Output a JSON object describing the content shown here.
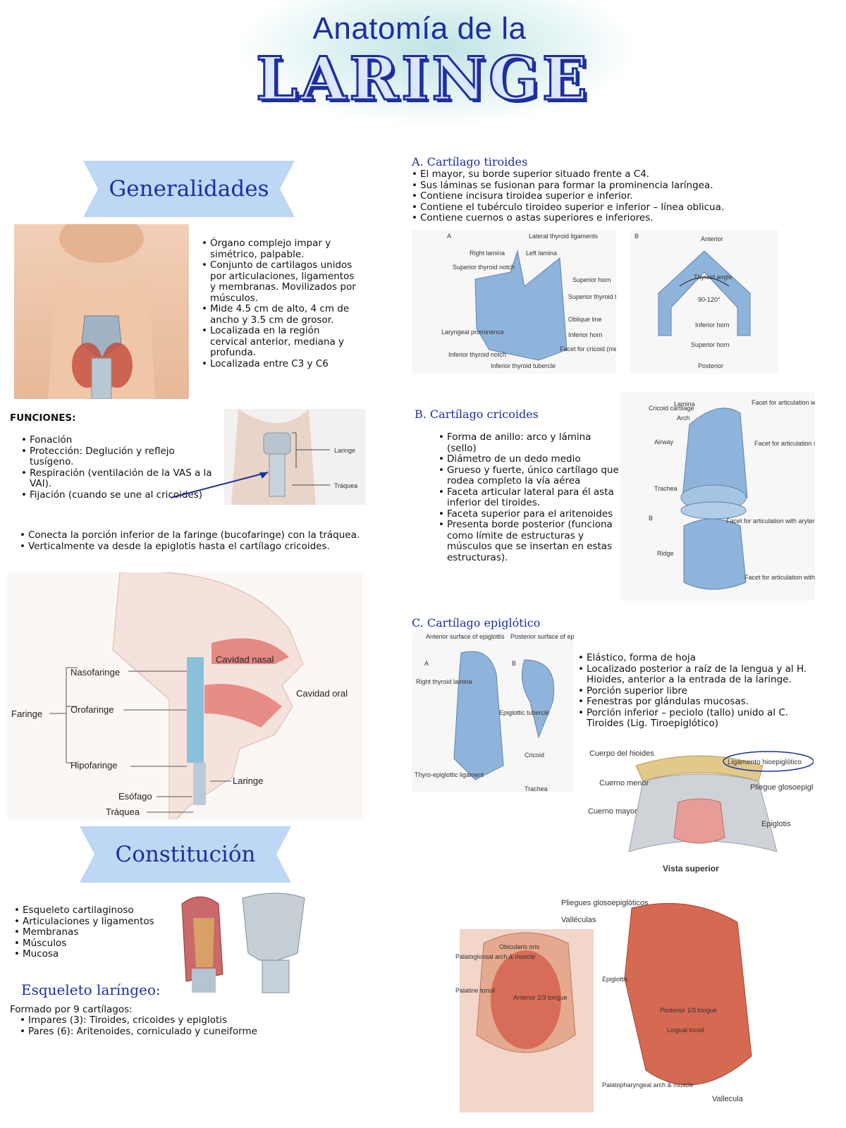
{
  "header": {
    "title_top": "Anatomía de la",
    "title_main": "LARINGE"
  },
  "colors": {
    "accent": "#1e2f9e",
    "ribbon": "#bdd7f5",
    "cartilage_blue": "#8fb4dc",
    "tissue_pink": "#e99a94"
  },
  "generalidades": {
    "heading": "Generalidades",
    "bullets": [
      "Órgano complejo impar y simétrico, palpable.",
      " Conjunto de cartilagos unidos por articulaciones, ligamentos y membranas. Movilizados por músculos.",
      "Mide 4.5 cm de alto, 4 cm de ancho y 3.5 cm de grosor.",
      "Localizada en la región cervical anterior, mediana y profunda.",
      "Localizada entre C3 y C6"
    ],
    "funciones_heading": "FUNCIONES:",
    "funciones": [
      "Fonación",
      "Protección: Deglución y reflejo tusígeno.",
      "Respiración (ventilación de la VAS a la VAI).",
      "Fijación (cuando se une al cricoides)"
    ],
    "neck_labels": {
      "laringe": "Laringe",
      "traquea": "Tráquea"
    },
    "conecta": [
      "Conecta la porción inferior de la faringe (bucofaringe) con la tráquea.",
      "Verticalmente va desde la epiglotis hasta el cartílago cricoides."
    ],
    "sagittal_labels": {
      "nasofaringe": "Nasofaringe",
      "orofaringe": "Orofaringe",
      "hipofaringe": "Hipofaringe",
      "faringe": "Faringe",
      "cavidad_nasal": "Cavidad nasal",
      "cavidad_oral": "Cavidad oral",
      "laringe": "Laringe",
      "esofago": "Esófago",
      "traquea": "Tráquea"
    }
  },
  "constitucion": {
    "heading": "Constitución",
    "bullets": [
      "Esqueleto cartilaginoso",
      "Articulaciones y ligamentos",
      "Membranas",
      "Músculos",
      "Mucosa"
    ],
    "esqueleto_heading": "Esqueleto laríngeo:",
    "formado": "Formado por 9 cartílagos:",
    "tipos": [
      "Impares (3): Tiroides, cricoides y epiglotis",
      "Pares (6): Aritenoides, corniculado y cuneiforme"
    ]
  },
  "tiroides": {
    "heading": "A. Cartílago tiroides",
    "bullets": [
      "El mayor, su borde superior situado frente a C4.",
      "Sus láminas se fusionan para formar la prominencia laríngea.",
      "Contiene incisura tiroidea superior e inferior.",
      "Contiene el tubérculo tiroideo superior e inferior – línea oblicua.",
      "Contiene cuernos o astas superiores e inferiores."
    ],
    "fig_a_labels": {
      "letter": "A",
      "lateral_lig": "Lateral thyroid ligaments",
      "right_lamina": "Right lamina",
      "left_lamina": "Left lamina",
      "sup_notch": "Superior thyroid notch",
      "sup_horn": "Superior horn",
      "sup_tubercle": "Superior thyroid tubercle",
      "oblique": "Oblique line",
      "inf_horn": "Inferior horn",
      "facet": "Facet for cricoid (medial surface of horn)",
      "prominence": "Laryngeal prominence",
      "inf_notch": "Inferior thyroid notch",
      "inf_tubercle": "Inferior thyroid tubercle"
    },
    "fig_b_labels": {
      "letter": "B",
      "anterior": "Anterior",
      "angle": "Thyroid angle",
      "degrees": "90-120°",
      "inf_horn": "Inferior horn",
      "sup_horn": "Superior horn",
      "posterior": "Posterior"
    }
  },
  "cricoides": {
    "heading": "B. Cartílago cricoides",
    "bullets": [
      "Forma de anillo: arco y lámina (sello)",
      "Diámetro de un dedo medio",
      "Grueso y fuerte, único cartílago que rodea completo la vía aérea",
      "Faceta articular lateral para él asta inferior del tiroides.",
      "Faceta superior para el aritenoides",
      "Presenta borde posterior (funciona como límite de estructuras y músculos que se insertan en estas estructuras)."
    ],
    "fig_labels": {
      "cricoid": "Cricoid cartilage",
      "lamina": "Lamina",
      "arch": "Arch",
      "airway": "Airway",
      "trachea": "Trachea",
      "facet_ary": "Facet for articulation with arytenoid cartilage",
      "facet_thy": "Facet for articulation with inferior horn of thyroid cartilage",
      "letter_b": "B",
      "ridge": "Ridge",
      "facet_ary_b": "Facet for articulation with arytenoid cartilage",
      "facet_thy_b": "Facet for articulation with inferior horn of thyroid cartilage"
    }
  },
  "epiglotico": {
    "heading": "C. Cartílago epiglótico",
    "bullets": [
      "Elástico, forma de hoja",
      "Localizado posterior a raíz de la lengua y al H. Hioides, anterior a la entrada de la laringe.",
      "Porción superior libre",
      "Fenestras por glándulas mucosas.",
      "Porción inferior – peciolo (tallo) unido al C. Tiroides (Lig. Tiroepiglótico)"
    ],
    "fig_labels": {
      "ant_surface": "Anterior surface of epiglottis",
      "post_surface": "Posterior surface of epiglottis",
      "letter_a": "A",
      "letter_b": "B",
      "right_lamina": "Right thyroid lamina",
      "tubercle": "Epiglottic tubercle",
      "cricoid": "Cricoid",
      "thyro_lig": "Thyro-epiglottic ligament",
      "trachea": "Trachea"
    },
    "hyoid_labels": {
      "cuerpo": "Cuerpo del hioides",
      "lig": "Ligamento hioepiglótico",
      "cuerno_menor": "Cuerno menor",
      "cuerno_mayor": "Cuerno mayor",
      "pliegue": "Pliegue glosoepiglótico medio",
      "epiglotis": "Epiglotis",
      "vista": "Vista superior"
    }
  },
  "tongue": {
    "labels": {
      "pliegues": "Pliegues glosoepiglóticos",
      "valleculas": "Valléculas",
      "palatoglossal": "Palatoglossal arch & muscle",
      "palatine": "Palatine tonsil",
      "anterior": "Anterior 2/3 tongue",
      "epiglottis": "Epiglottis",
      "posterior": "Posterior 1/3 tongue",
      "lingual": "Lingual tonsil",
      "palatopharyngeal": "Palatopharyngeal arch & muscle",
      "vallecula": "Vallecula",
      "obicularis": "Obicularis oris"
    }
  }
}
